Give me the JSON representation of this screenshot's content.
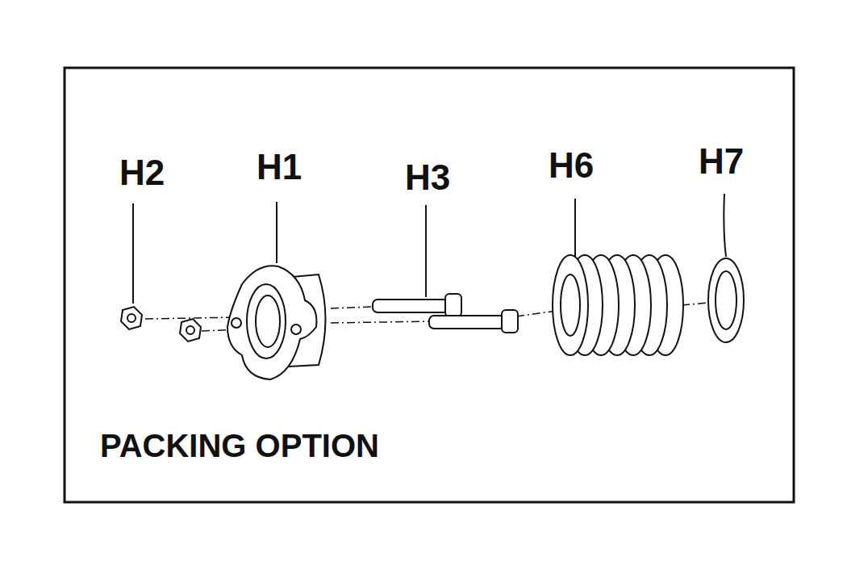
{
  "diagram": {
    "caption": "PACKING OPTION",
    "labels": [
      "H2",
      "H1",
      "H3",
      "H6",
      "H7"
    ]
  }
}
